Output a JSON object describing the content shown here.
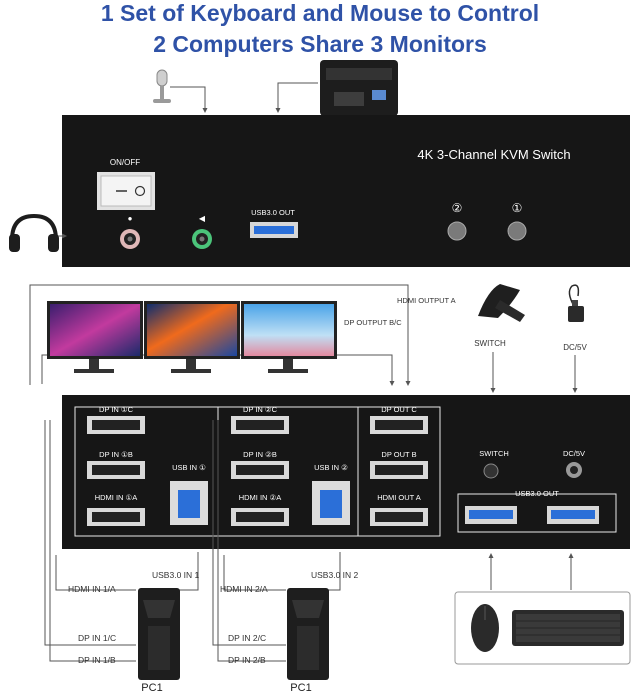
{
  "headline": {
    "line1": "1 Set of Keyboard and Mouse to Control",
    "line2": "2 Computers Share 3 Monitors"
  },
  "top_unit": {
    "title": "4K 3-Channel KVM Switch",
    "power_label": "ON/OFF",
    "usb_label": "USB3.0 OUT",
    "port_2": "②",
    "port_1": "①"
  },
  "signals": {
    "hdmi_output_a": "HDMI OUTPUT A",
    "dp_output_bc": "DP OUTPUT B/C",
    "switch": "SWITCH",
    "dc": "DC/5V"
  },
  "rear_panel": {
    "pc1_dp_c": "DP IN ①C",
    "pc1_dp_b": "DP IN ①B",
    "pc1_hdmi_a": "HDMI IN ①A",
    "pc1_usb": "USB IN ①",
    "pc2_dp_c": "DP IN ②C",
    "pc2_dp_b": "DP IN ②B",
    "pc2_hdmi_a": "HDMI IN ②A",
    "pc2_usb": "USB IN ②",
    "out_dp_c": "DP OUT C",
    "out_dp_b": "DP OUT B",
    "out_hdmi_a": "HDMI OUT A",
    "switch": "SWITCH",
    "dc": "DC/5V",
    "usb_out": "USB3.0 OUT"
  },
  "cables": {
    "pc1_hdmi": "HDMI IN 1/A",
    "pc1_usb": "USB3.0 IN 1",
    "pc1_dp_c": "DP IN 1/C",
    "pc1_dp_b": "DP IN 1/B",
    "pc2_hdmi": "HDMI IN 2/A",
    "pc2_usb": "USB3.0 IN 2",
    "pc2_dp_c": "DP IN 2/C",
    "pc2_dp_b": "DP IN 2/B"
  },
  "pcs": {
    "left": "PC1",
    "right": "PC1"
  },
  "colors": {
    "headline": "#2f52a7",
    "device": "#161616",
    "panel_line": "#e8e8e8",
    "usb_blue": "#2b6fd8",
    "wire": "#555555"
  }
}
